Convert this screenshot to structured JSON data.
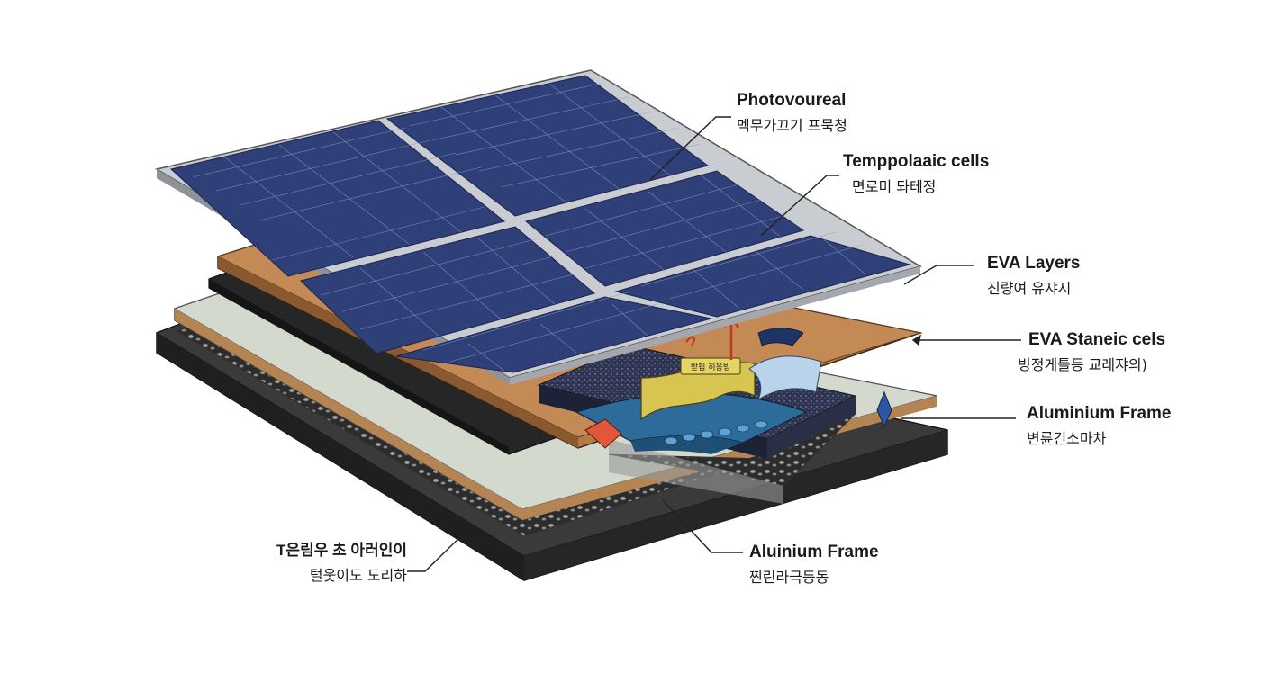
{
  "callouts": [
    {
      "id": "photovoureal",
      "title": "Photovoureal",
      "subtitle": "멕무가끄기 프묵청"
    },
    {
      "id": "temppolaaic",
      "title": "Temppolaaic cells",
      "subtitle": "면로미 돠테정"
    },
    {
      "id": "eva-layers",
      "title": "EVA Layers",
      "subtitle": "진량여 유쟈시"
    },
    {
      "id": "eva-staneic",
      "title": "EVA Staneic cels",
      "subtitle": "빙정게틀등 교레쟈의)"
    },
    {
      "id": "aluminium-frame-right",
      "title": "Aluminium Frame",
      "subtitle": "변륜긴소마차"
    },
    {
      "id": "aluinium-frame-bottom",
      "title": "Aluinium Frame",
      "subtitle": "찐린라극등동"
    },
    {
      "id": "t-label-left",
      "title": "T은림우 초 아러인이",
      "subtitle": "털웃이도 도리하"
    }
  ],
  "panel_tag": "받핍 히응빔",
  "colors": {
    "cell_blue": "#2f3f78",
    "cell_line": "#8a9bc8",
    "frame": "#c9ccd1",
    "copper": "#b77a45",
    "black_layer": "#262626",
    "grey_layer": "#c7cec0",
    "base": "#2a2a2a",
    "gravel": "#9a9a9a",
    "blue_sheet": "#2d6c9a",
    "yellow_sheet": "#d8c451",
    "accent_red": "#e2573a",
    "accent_blue": "#2c56a8"
  }
}
